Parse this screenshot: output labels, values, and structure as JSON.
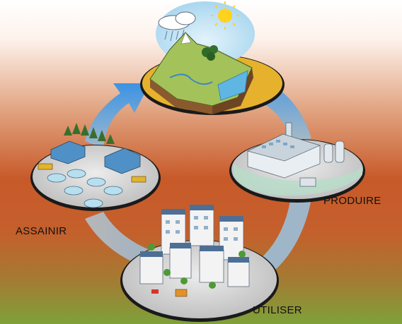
{
  "stages": {
    "produire": "PRODUIRE",
    "assainir": "ASSAINIR",
    "utiliser": "UTILISER"
  },
  "colors": {
    "background_top": "#ffffff",
    "background_mid": "#c85a2a",
    "background_bottom": "#7ea13a",
    "arrow": "#4a9be0",
    "disc": "#d8d8d8",
    "nature_disc": "#e6b22e",
    "sky": "#b9def2",
    "sun": "#ffd21e"
  },
  "icons": [
    "sun-icon",
    "rain-cloud-icon",
    "mountain-terrain-icon",
    "factory-icon",
    "city-buildings-icon",
    "water-treatment-plant-icon"
  ]
}
